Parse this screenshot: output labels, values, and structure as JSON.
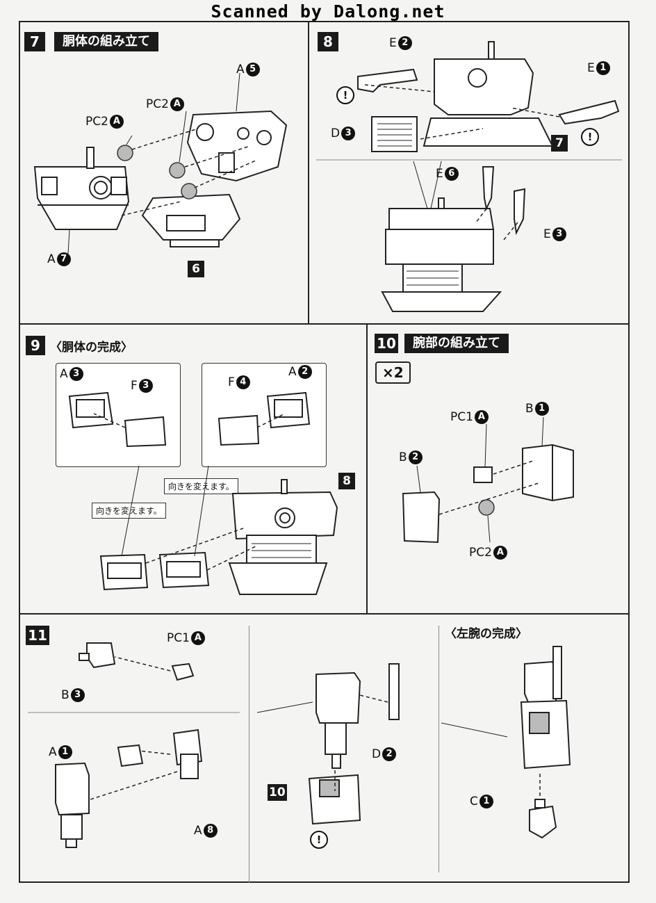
{
  "header": {
    "scanner": "Scanned by Dalong.net"
  },
  "steps": {
    "s7": {
      "num": "7",
      "title": "胴体の組み立て"
    },
    "s8": {
      "num": "8"
    },
    "s9": {
      "num": "9",
      "title": "〈胴体の完成〉"
    },
    "s10": {
      "num": "10",
      "title": "腕部の組み立て",
      "multiplier": "×2"
    },
    "s11": {
      "num": "11"
    },
    "left_arm": {
      "title": "〈左腕の完成〉"
    }
  },
  "callouts": {
    "rotate": "向きを変えます。"
  },
  "warning": "!",
  "refs": {
    "ref7": "7",
    "ref6": "6",
    "ref8": "8",
    "ref10": "10"
  },
  "parts": {
    "s7": [
      {
        "letter": "A",
        "num": "5"
      },
      {
        "letter": "PC2",
        "num": "A"
      },
      {
        "letter": "PC2",
        "num": "A"
      },
      {
        "letter": "A",
        "num": "7"
      }
    ],
    "s8": [
      {
        "letter": "E",
        "num": "2"
      },
      {
        "letter": "E",
        "num": "1"
      },
      {
        "letter": "D",
        "num": "3"
      },
      {
        "letter": "E",
        "num": "6"
      },
      {
        "letter": "E",
        "num": "3"
      }
    ],
    "s9": [
      {
        "letter": "A",
        "num": "3"
      },
      {
        "letter": "F",
        "num": "3"
      },
      {
        "letter": "F",
        "num": "4"
      },
      {
        "letter": "A",
        "num": "2"
      }
    ],
    "s10": [
      {
        "letter": "PC1",
        "num": "A"
      },
      {
        "letter": "B",
        "num": "1"
      },
      {
        "letter": "B",
        "num": "2"
      },
      {
        "letter": "PC2",
        "num": "A"
      }
    ],
    "s11": [
      {
        "letter": "PC1",
        "num": "A"
      },
      {
        "letter": "B",
        "num": "3"
      },
      {
        "letter": "A",
        "num": "1"
      },
      {
        "letter": "A",
        "num": "8"
      },
      {
        "letter": "D",
        "num": "2"
      },
      {
        "letter": "C",
        "num": "1"
      }
    ]
  }
}
